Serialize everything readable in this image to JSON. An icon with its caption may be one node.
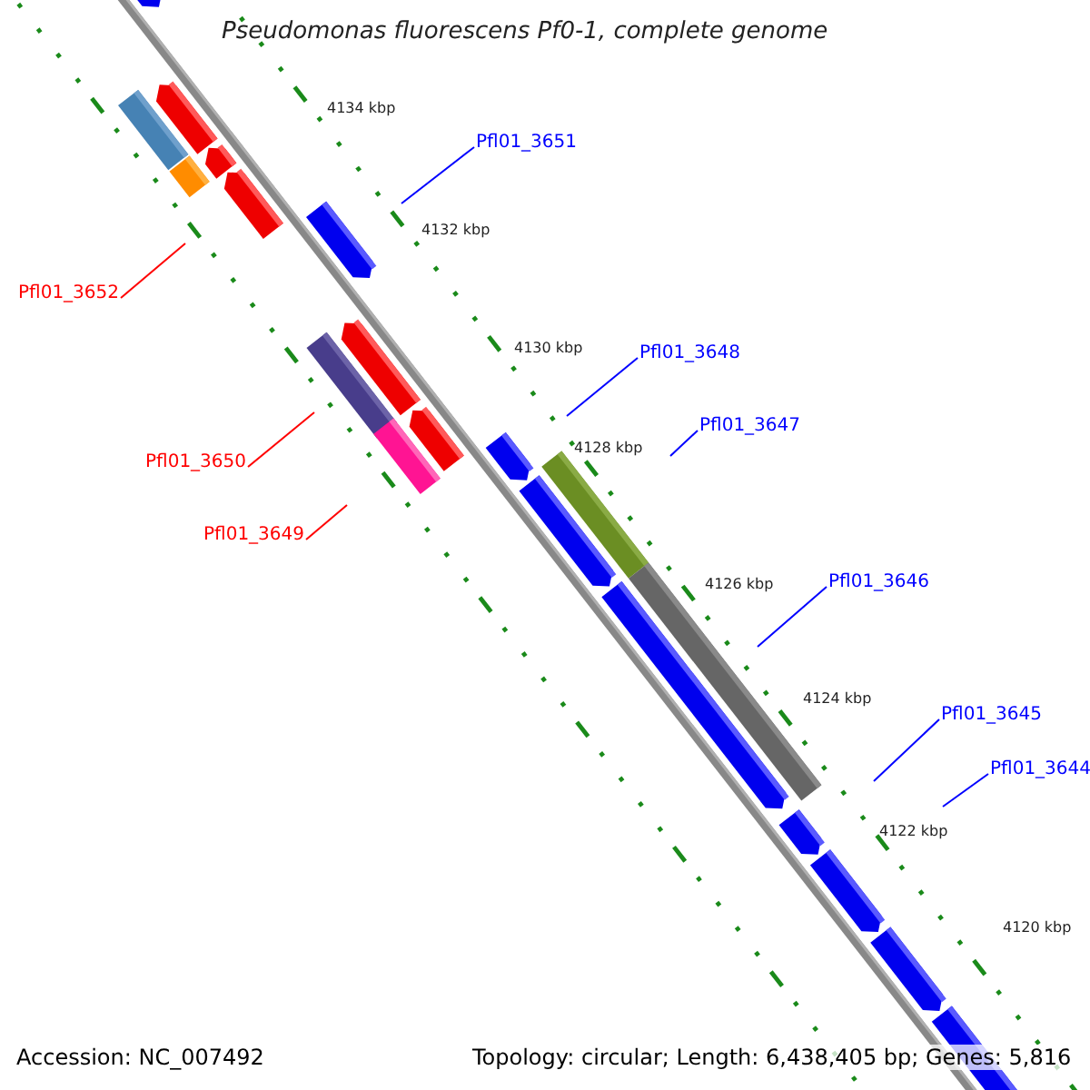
{
  "diagram": {
    "title": "Pseudomonas fluorescens Pf0-1, complete genome",
    "nodes": [
      {
        "text": [
          "Pfl01_3651"
        ]
      },
      {
        "text": [
          "Pfl01_3652"
        ]
      },
      {
        "text": [
          "Pfl01_3650"
        ]
      },
      {
        "text": [
          "Pfl01_3649"
        ]
      },
      {
        "text": [
          "Pfl01_3648"
        ]
      },
      {
        "text": [
          "Pfl01_3647"
        ]
      },
      {
        "text": [
          "Pfl01_3646"
        ]
      },
      {
        "text": [
          "Pfl01_3645"
        ]
      },
      {
        "text": [
          "Pfl01_3644"
        ]
      }
    ],
    "edges": [
      {
        "from": 0,
        "to": null,
        "arrow": "none"
      },
      {
        "from": 1,
        "to": null,
        "arrow": "none",
        "color": "#ff0000"
      },
      {
        "from": 2,
        "to": null,
        "arrow": "none",
        "color": "#ff0000"
      },
      {
        "from": 3,
        "to": null,
        "arrow": "none",
        "color": "#ff0000"
      },
      {
        "from": 4,
        "to": null,
        "arrow": "none"
      },
      {
        "from": 5,
        "to": null,
        "arrow": "none"
      },
      {
        "from": 6,
        "to": null,
        "arrow": "none"
      },
      {
        "from": 7,
        "to": null,
        "arrow": "none"
      },
      {
        "from": 8,
        "to": null,
        "arrow": "none"
      }
    ],
    "labels": [
      "4134 kbp",
      "4132 kbp",
      "4130 kbp",
      "4128 kbp",
      "4126 kbp",
      "4124 kbp",
      "4122 kbp",
      "4120 kbp",
      "Accession: NC_007492",
      "Topology: circular; Length: 6,438,405 bp; Genes: 5,816"
    ]
  }
}
